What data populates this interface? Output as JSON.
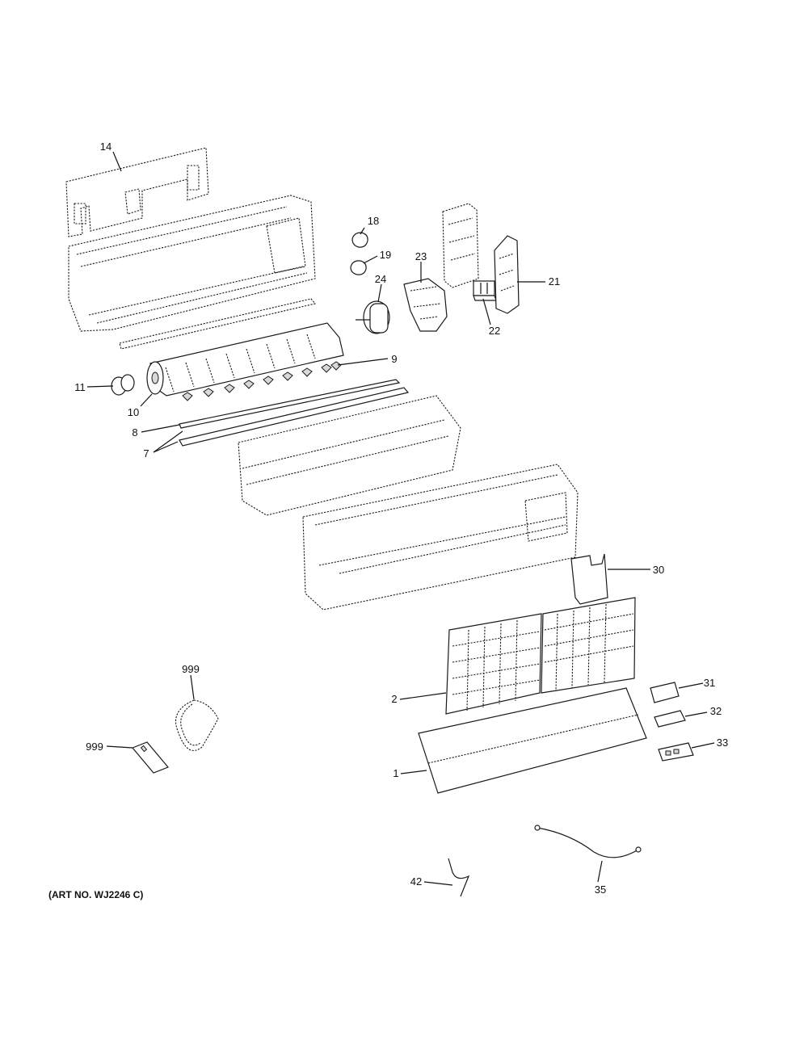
{
  "art_number": "(ART NO. WJ2246 C)",
  "callouts": [
    "14",
    "18",
    "19",
    "23",
    "24",
    "21",
    "22",
    "9",
    "11",
    "10",
    "8",
    "7",
    "30",
    "999",
    "999",
    "2",
    "31",
    "32",
    "33",
    "1",
    "42",
    "35"
  ]
}
